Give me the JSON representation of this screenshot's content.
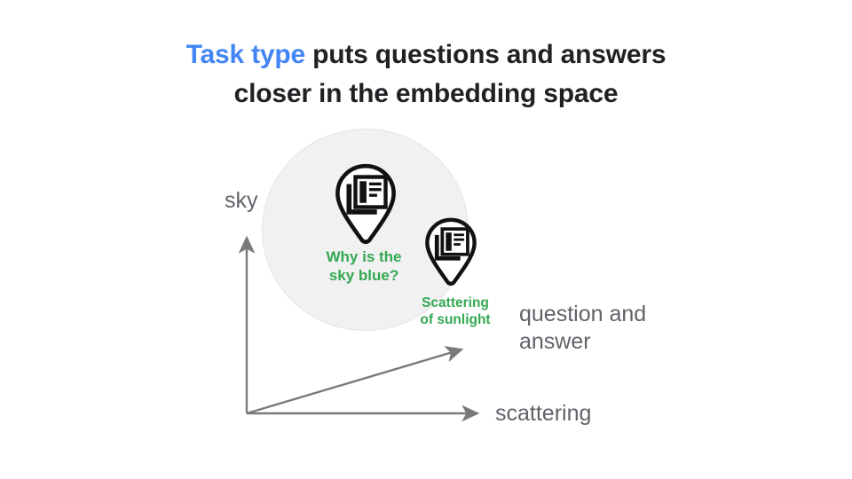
{
  "slide": {
    "background_color": "#FFFFFF",
    "title": {
      "accent_text": "Task type",
      "rest_line1": " puts questions and answers",
      "line2": "closer in the embedding space",
      "accent_color": "#4285F4",
      "text_color": "#202124"
    }
  },
  "diagram": {
    "type": "conceptual-embedding-space",
    "halo": {
      "name": "similarity-halo",
      "fill_color": "#F1F1F1",
      "border_color": "#E4E4E4"
    },
    "axes": [
      {
        "id": "y",
        "label": "sky",
        "direction": "up",
        "color": "#7A7A7A"
      },
      {
        "id": "x",
        "label": "scattering",
        "direction": "right",
        "color": "#7A7A7A"
      },
      {
        "id": "diagonal",
        "label": "question and\nanswer",
        "direction": "up-right",
        "color": "#7A7A7A"
      }
    ],
    "markers": [
      {
        "id": "question-pin",
        "icon": "article-feed-icon",
        "caption": "Why is the\nsky blue?",
        "caption_color": "#34A853",
        "pin_color": "#111111"
      },
      {
        "id": "answer-pin",
        "icon": "article-feed-icon",
        "caption": "Scattering\nof sunlight",
        "caption_color": "#34A853",
        "pin_color": "#111111"
      }
    ]
  }
}
